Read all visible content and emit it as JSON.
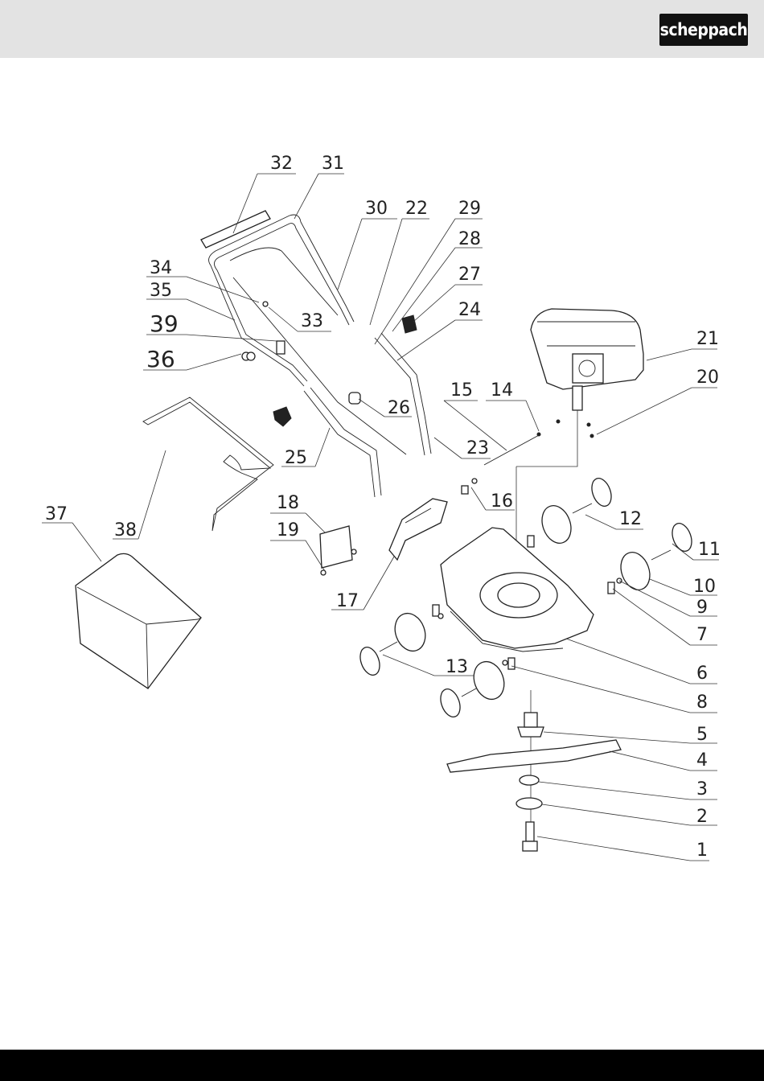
{
  "brand": {
    "logo_text": "scheppach"
  },
  "diagram": {
    "labels": [
      "32",
      "31",
      "30",
      "22",
      "29",
      "28",
      "27",
      "24",
      "34",
      "35",
      "33",
      "39",
      "36",
      "21",
      "20",
      "15",
      "14",
      "26",
      "23",
      "25",
      "16",
      "12",
      "18",
      "11",
      "37",
      "38",
      "19",
      "10",
      "17",
      "9",
      "7",
      "13",
      "6",
      "8",
      "5",
      "4",
      "3",
      "2",
      "1"
    ]
  },
  "colors": {
    "header_bg": "#e3e3e3",
    "footer_bg": "#000000",
    "logo_bg": "#111111"
  }
}
